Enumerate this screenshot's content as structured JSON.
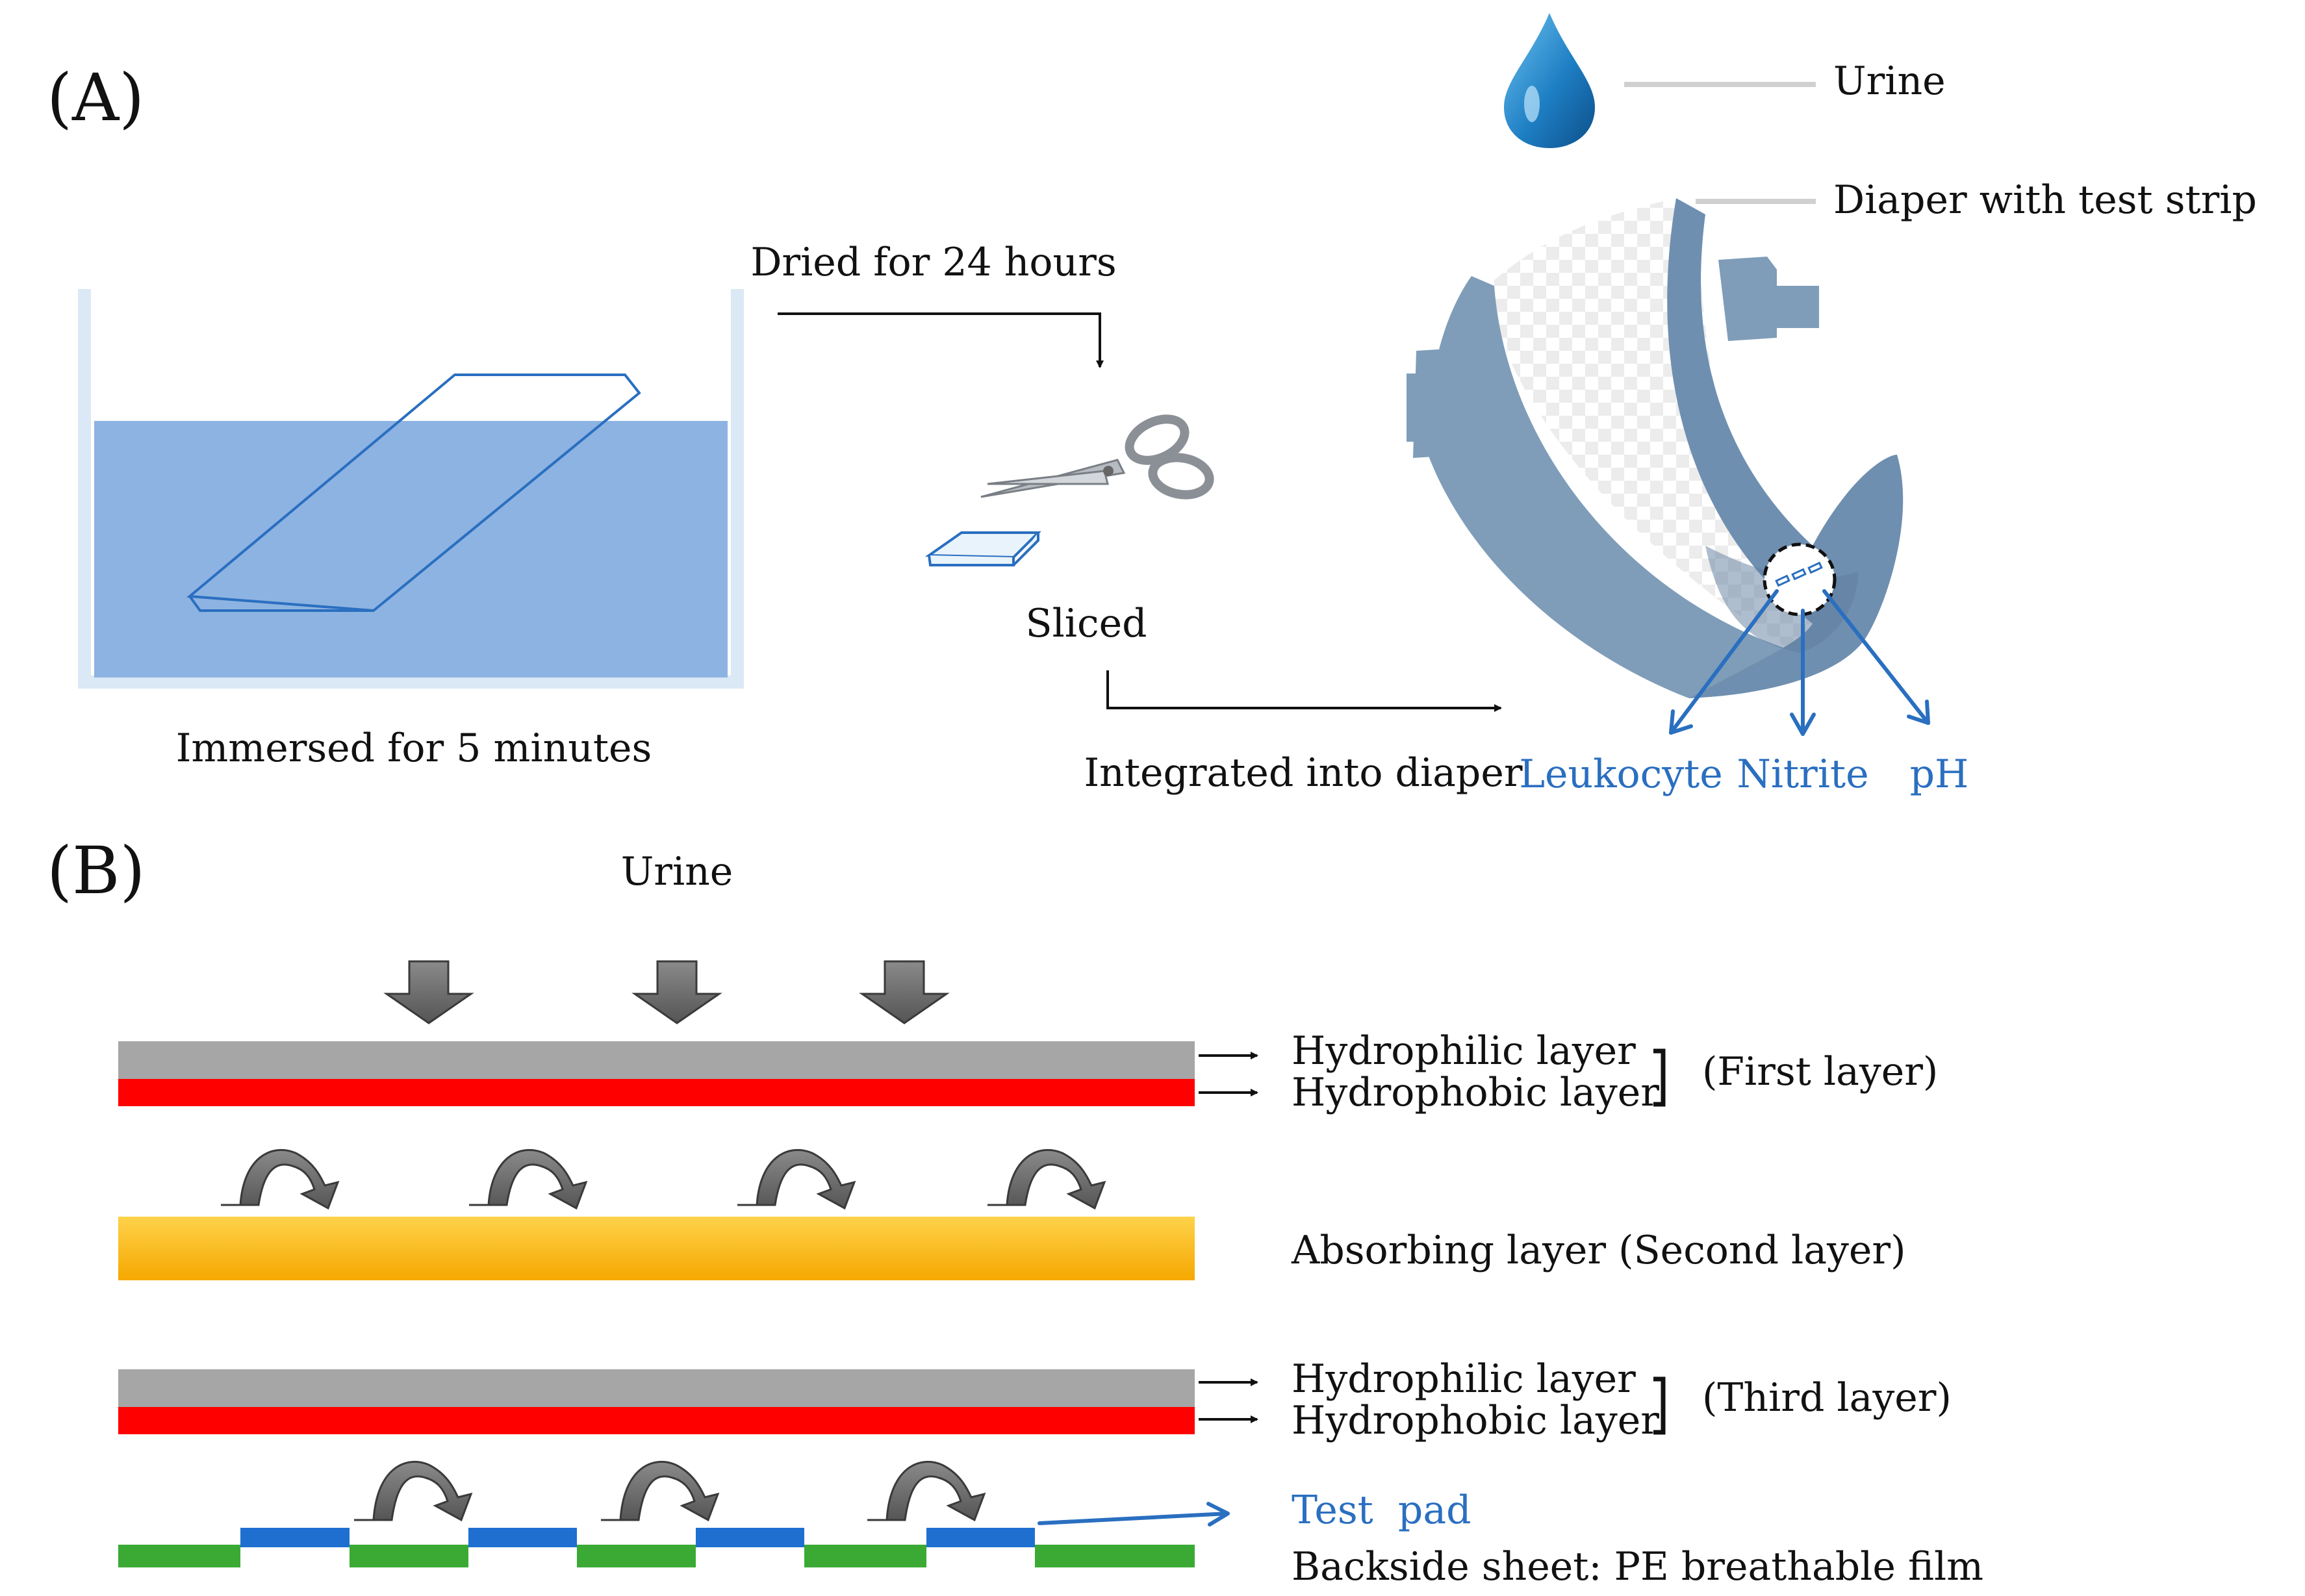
{
  "panel_a": {
    "label": "(A)",
    "step_immerse": "Immersed for 5 minutes",
    "step_dry": "Dried for 24 hours",
    "step_slice": "Sliced",
    "step_integrate": "Integrated into diaper",
    "legend_urine": "Urine",
    "legend_diaper": "Diaper with test strip",
    "analytes": [
      "Leukocyte",
      "Nitrite",
      "pH"
    ]
  },
  "panel_b": {
    "label": "(B)",
    "urine": "Urine",
    "hydrophilic": "Hydrophilic layer",
    "hydrophobic": "Hydrophobic layer",
    "first_layer": "(First layer)",
    "absorbing": "Absorbing layer (Second layer)",
    "third_layer": "(Third layer)",
    "test_pad": "Test  pad",
    "backside": "Backside sheet: PE breathable film"
  },
  "colors": {
    "water": "#8db3e2",
    "gray_layer": "#a6a6a6",
    "red_layer": "#ff0000",
    "absorb_layer": "#ffc000",
    "green_sheet": "#3aaa35",
    "blue_pad": "#1f6fd1",
    "diaper": "#7f9db9",
    "accent_blue": "#2a6fc0"
  }
}
